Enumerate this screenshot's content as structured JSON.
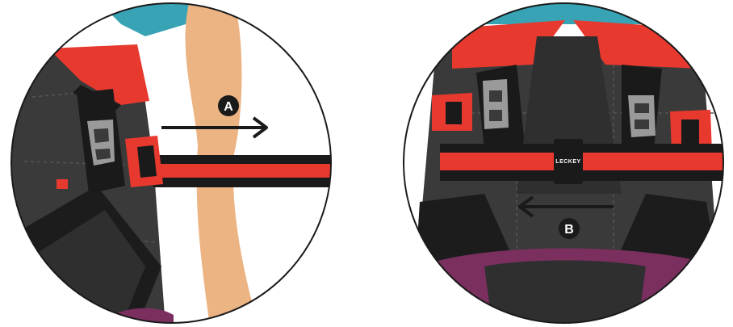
{
  "panels": [
    {
      "id": "left",
      "step_label": "A",
      "arrow_direction": "right"
    },
    {
      "id": "right",
      "step_label": "B",
      "arrow_direction": "left",
      "brand_tag": "LECKEY"
    }
  ],
  "colors": {
    "strap_red": "#e8392f",
    "strap_black": "#1a1a1a",
    "harness_dark": "#3a3a3a",
    "skin": "#ecb383",
    "teal": "#38a3b4",
    "purple": "#7a2f5f",
    "buckle_grey": "#9a9a9a"
  }
}
